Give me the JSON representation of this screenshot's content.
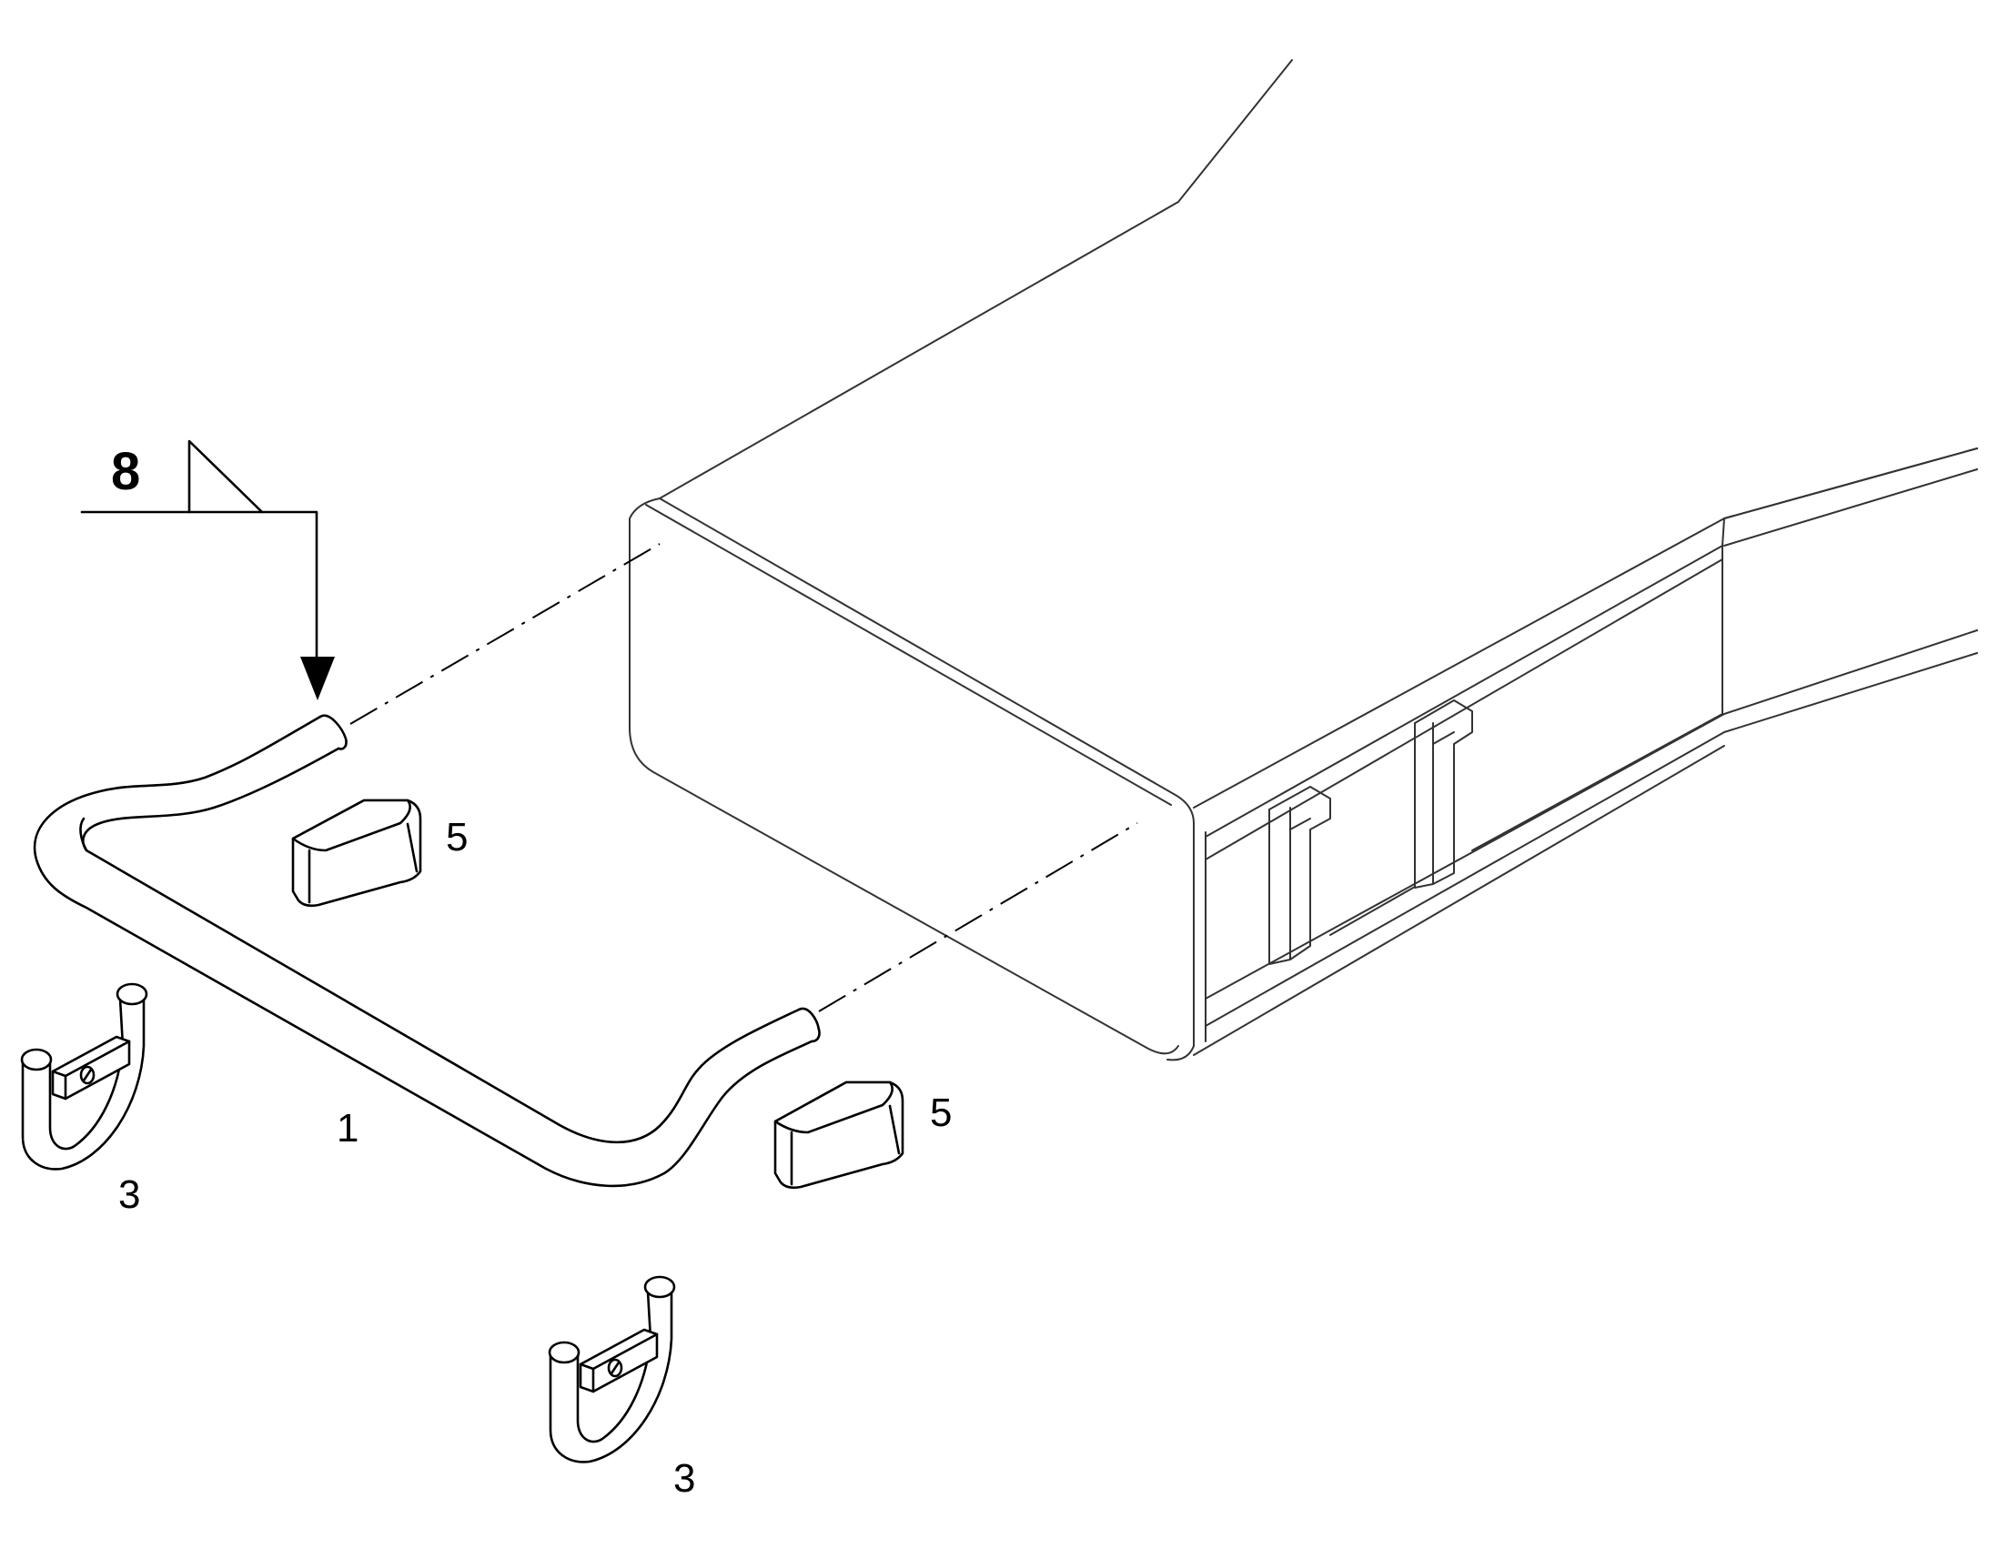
{
  "drawing": {
    "callouts": {
      "bar": "1",
      "clip_left": "3",
      "clip_bottom": "3",
      "pad_upper": "5",
      "pad_lower": "5"
    },
    "weld_symbol": {
      "size": "8",
      "type": "fillet-weld-symbol"
    }
  }
}
